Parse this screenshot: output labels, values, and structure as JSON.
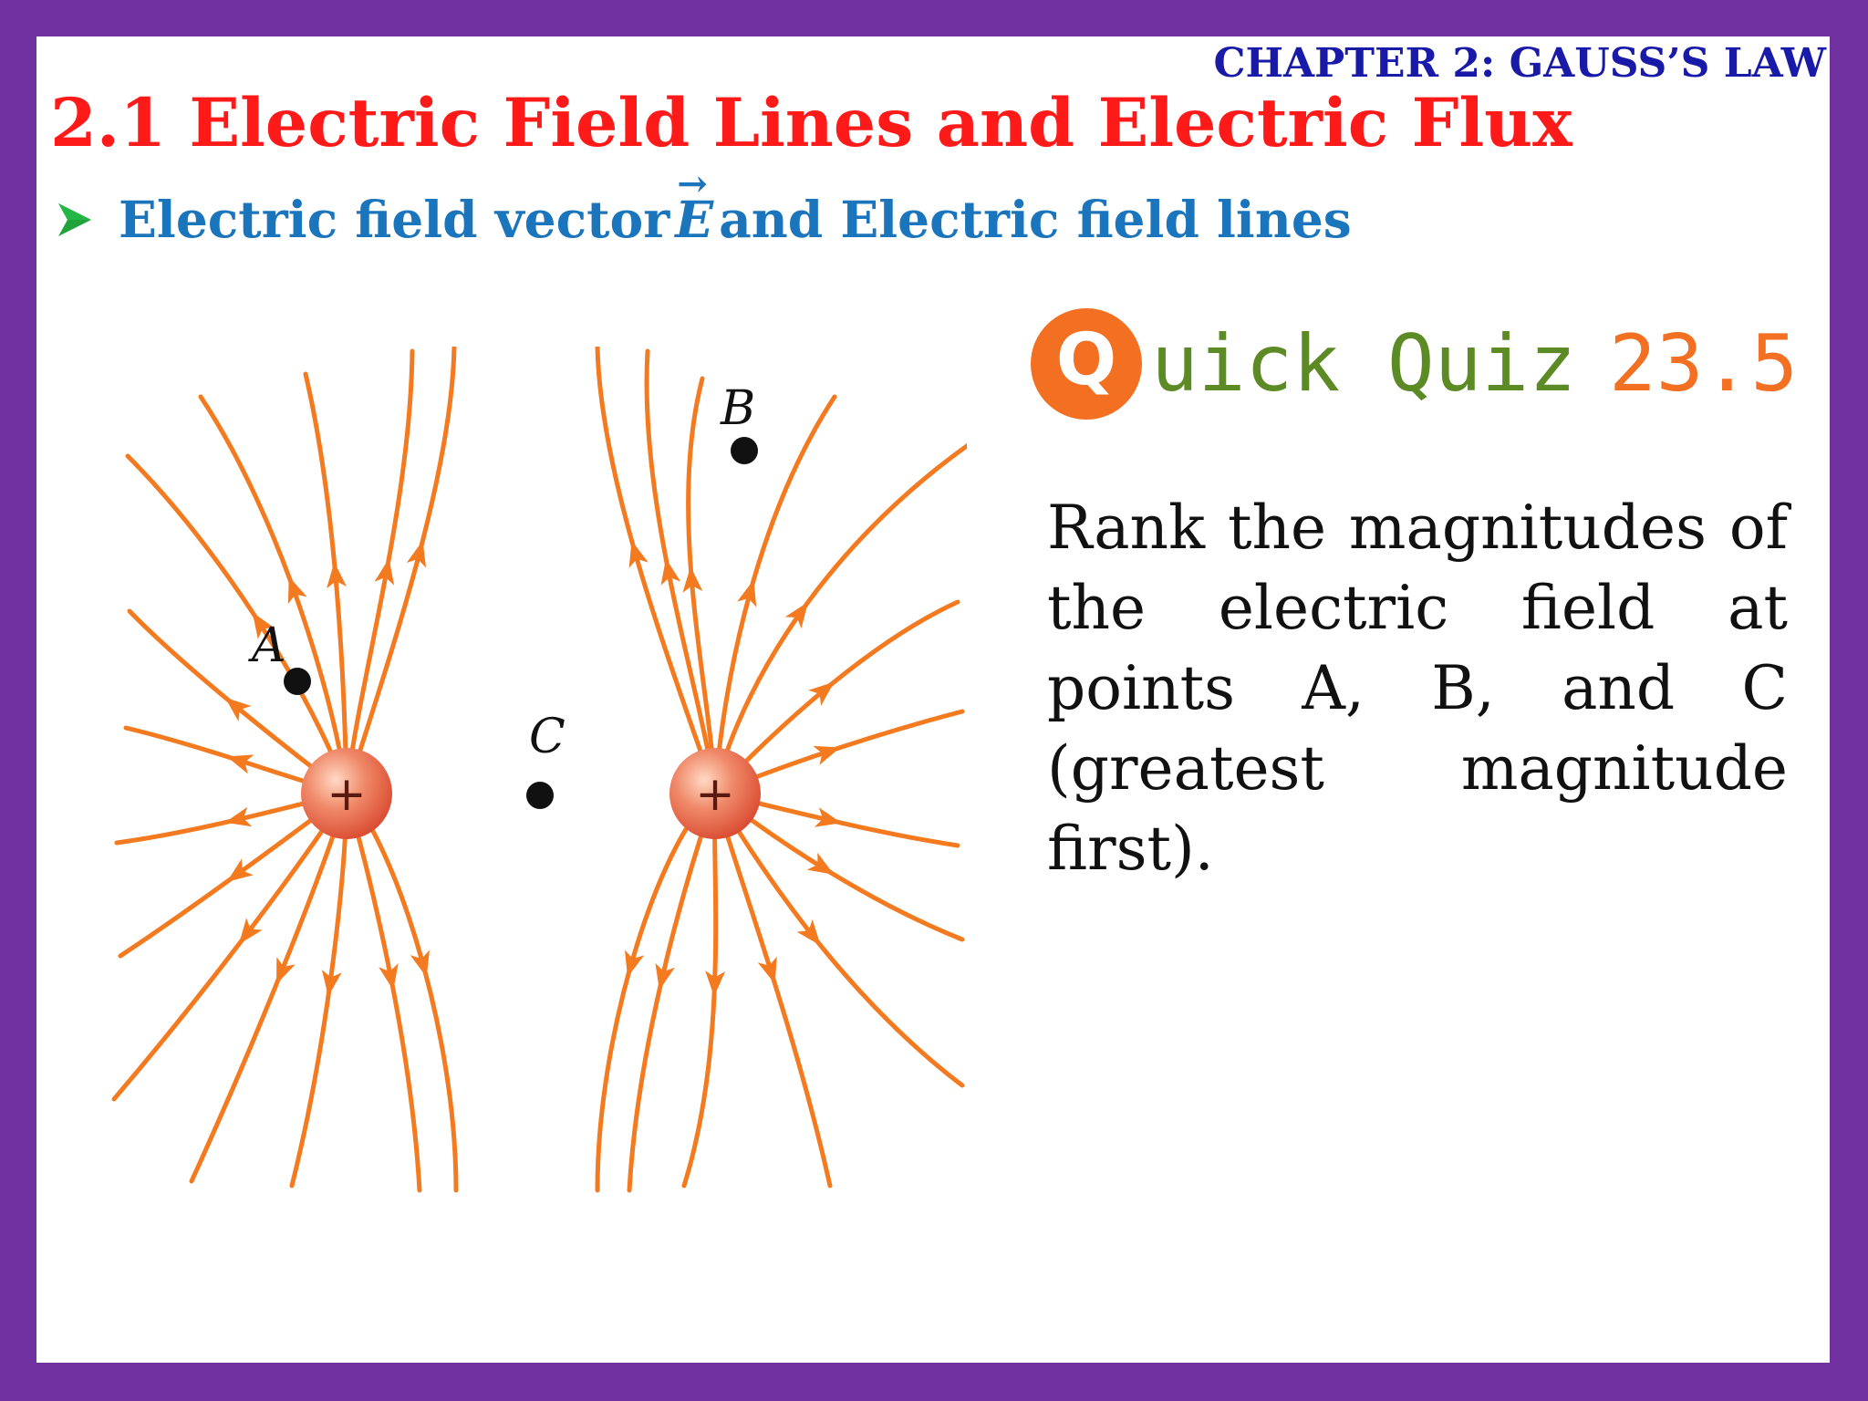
{
  "header": {
    "chapter": "CHAPTER 2: GAUSS’S LAW",
    "title": "2.1 Electric Field Lines and Electric Flux"
  },
  "subtitle": {
    "before": "Electric field vector",
    "symbol": "E",
    "vector_mark": "→",
    "after": "and Electric field lines"
  },
  "diagram": {
    "charge_sign": "+",
    "points": {
      "a": "A",
      "b": "B",
      "c": "C"
    }
  },
  "quiz": {
    "badge": "Q",
    "word": "uick Quiz",
    "number": "23.5",
    "question": "Rank the magnitudes of the electric field at points A, B, and C (greatest magnitude first)."
  },
  "colors": {
    "frame": "#7030a0",
    "title": "#ff1a1a",
    "chapter": "#1a1aa8",
    "subtitle": "#1b75bc",
    "bullet": "#1fa33a",
    "field_line": "#f47a20",
    "quiz_orange": "#f36f21",
    "quiz_green": "#5c8a24"
  }
}
